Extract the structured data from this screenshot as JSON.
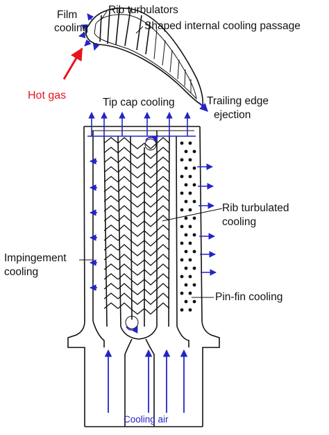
{
  "labels": {
    "film_cooling_line1": "Film",
    "film_cooling_line2": "cooling",
    "rib_turbulators": "Rib turbulators",
    "shaped_passage": "Shaped internal cooling passage",
    "hot_gas": "Hot gas",
    "tip_cap_cooling": "Tip cap cooling",
    "trailing_edge_line1": "Trailing edge",
    "trailing_edge_line2": "ejection",
    "rib_turbulated_line1": "Rib turbulated",
    "rib_turbulated_line2": "cooling",
    "impingement_line1": "Impingement",
    "impingement_line2": "cooling",
    "pin_fin_cooling": "Pin-fin cooling",
    "cooling_air": "Cooling air"
  },
  "colors": {
    "outline": "#111111",
    "cooling_flow": "#2323c8",
    "hot_gas": "#e8141c",
    "background": "#ffffff"
  }
}
